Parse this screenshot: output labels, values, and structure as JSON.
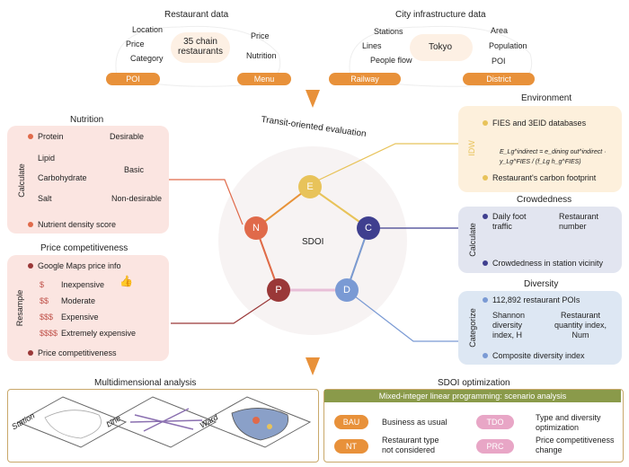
{
  "top": {
    "restaurant_title": "Restaurant data",
    "restaurant_center": "35 chain\nrestaurants",
    "restaurant_items": [
      "Location",
      "Price",
      "Category",
      "Price",
      "Nutrition"
    ],
    "city_title": "City infrastructure data",
    "city_center": "Tokyo",
    "city_items": [
      "Stations",
      "Lines",
      "People flow",
      "Area",
      "Population",
      "POI"
    ],
    "pills": [
      "POI",
      "Menu",
      "Railway",
      "District"
    ]
  },
  "nutrition": {
    "title": "Nutrition",
    "side": "Calculate",
    "protein": "Protein",
    "desirable": "Desirable",
    "lipid": "Lipid",
    "carbohydrate": "Carbohydrate",
    "basic": "Basic",
    "salt": "Salt",
    "non_desirable": "Non-desirable",
    "score": "Nutrient density score"
  },
  "price": {
    "title": "Price competitiveness",
    "side": "Resample",
    "info": "Google Maps price info",
    "symbols": [
      "$",
      "$$",
      "$$$",
      "$$$$"
    ],
    "levels": [
      "Inexpensive",
      "Moderate",
      "Expensive",
      "Extremely expensive"
    ],
    "result": "Price competitiveness"
  },
  "center": {
    "title": "Transit-oriented evaluation",
    "sdoi": "SDOI",
    "nodes": [
      "E",
      "C",
      "D",
      "P",
      "N"
    ]
  },
  "environment": {
    "title": "Environment",
    "side": "IDW",
    "fies": "FIES and 3EID databases",
    "formula": "E_Lg^indirect = e_dining out^indirect · y_Lg^FIES / (f_Lg h_g^FIES)",
    "footprint": "Restaurant's carbon footprint"
  },
  "crowdedness": {
    "title": "Crowdedness",
    "side": "Calculate",
    "daily": "Daily foot\ntraffic",
    "number": "Restaurant\nnumber",
    "result": "Crowdedness in station vicinity"
  },
  "diversity": {
    "title": "Diversity",
    "side": "Categorize",
    "pois": "112,892 restaurant POIs",
    "shannon": "Shannon\ndiversity\nindex, H",
    "quantity": "Restaurant\nquantity index,\nNum",
    "result": "Composite diversity index"
  },
  "multi": {
    "title": "Multidimensional analysis",
    "labels": [
      "Station",
      "Line",
      "Ward"
    ]
  },
  "opt": {
    "title": "SDOI optimization",
    "banner": "Mixed-integer linear programming: scenario analysis",
    "scenarios": [
      {
        "tag": "BAU",
        "text": "Business as usual"
      },
      {
        "tag": "TDO",
        "text": "Type and diversity\noptimization"
      },
      {
        "tag": "NT",
        "text": "Restaurant type\nnot considered"
      },
      {
        "tag": "PRC",
        "text": "Price competitiveness\nchange"
      }
    ]
  },
  "colors": {
    "orange": "#e8913a",
    "nutrition_bg": "#fbe5e1",
    "env_bg": "#fdf0dc",
    "crowd_bg": "#e2e5f0",
    "div_bg": "#dde7f3",
    "node_E": "#e8c35a",
    "node_C": "#3f3f8f",
    "node_D": "#7a9ad4",
    "node_P": "#9a3838",
    "node_N": "#e06a4a"
  }
}
